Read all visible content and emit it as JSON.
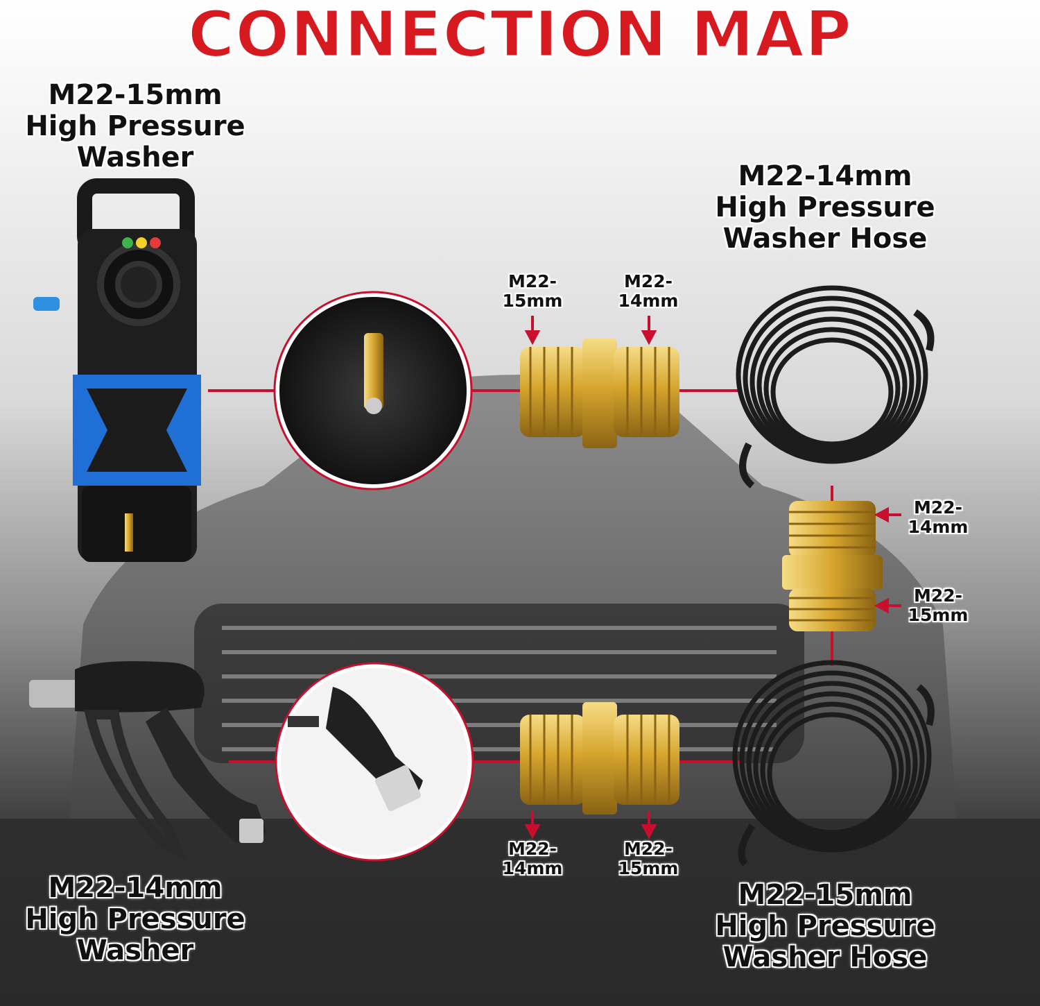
{
  "title": "CONNECTION MAP",
  "washer_top": {
    "lines": [
      "M22-15mm",
      "High Pressure",
      "Washer"
    ]
  },
  "hose_top": {
    "lines": [
      "M22-14mm",
      "High Pressure",
      "Washer Hose"
    ]
  },
  "washer_bottom": {
    "lines": [
      "M22-14mm",
      "High Pressure",
      "Washer"
    ]
  },
  "hose_bottom": {
    "lines": [
      "M22-15mm",
      "High Pressure",
      "Washer Hose"
    ]
  },
  "adapter_top": {
    "left": [
      "M22-",
      "15mm"
    ],
    "right": [
      "M22-",
      "14mm"
    ]
  },
  "adapter_mid": {
    "top": [
      "M22-",
      "14mm"
    ],
    "bottom": [
      "M22-",
      "15mm"
    ]
  },
  "adapter_bottom": {
    "left": [
      "M22-",
      "14mm"
    ],
    "right": [
      "M22-",
      "15mm"
    ]
  },
  "colors": {
    "title": "#d71920",
    "arrow": "#c8102e",
    "brass": "#d8a932",
    "washer_blue": "#1f6fd6"
  }
}
